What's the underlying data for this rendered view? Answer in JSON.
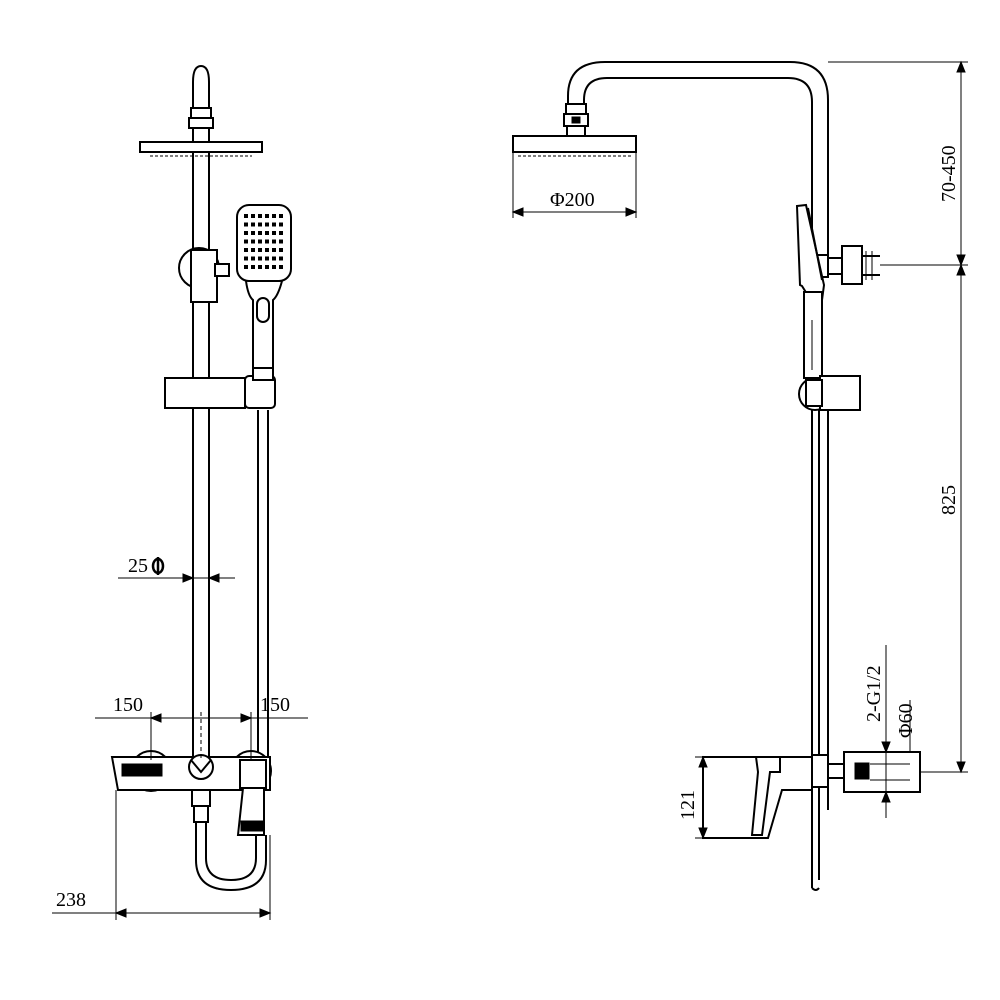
{
  "dimensions": {
    "tube_diameter": "25",
    "spacing_left": "150",
    "spacing_right": "150",
    "total_width": "238",
    "head_diameter": "Φ200",
    "arm_height": "70-450",
    "rail_height": "825",
    "inlet_thread": "2-G1/2",
    "escutcheon_diameter": "Φ60",
    "mixer_height": "121"
  },
  "colors": {
    "line": "#000000",
    "background": "#ffffff"
  }
}
